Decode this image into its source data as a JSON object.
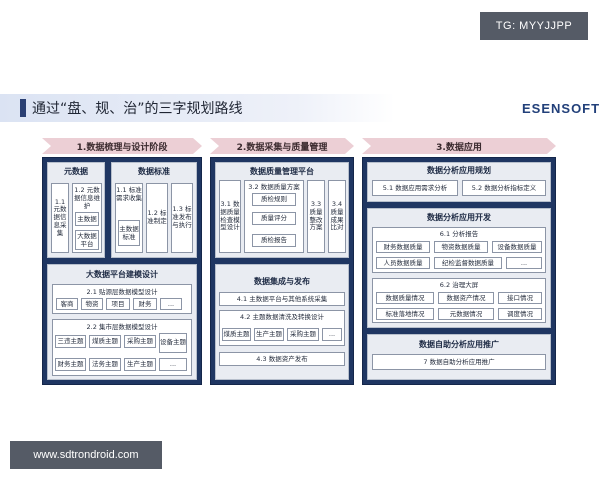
{
  "watermark_top": "TG: MYYJJPP",
  "watermark_bottom": "www.sdtrondroid.com",
  "title": "通过“盘、规、治”的三字规划路线",
  "logo": "ESENSOFT",
  "stages": [
    "1.数据梳理与设计阶段",
    "2.数据采集与质量管理",
    "3.数据应用"
  ],
  "col1": {
    "metadata": {
      "title": "元数据",
      "items": [
        "1.1 元数据信息采集",
        "1.2 元数据信息维护"
      ],
      "sub_items": [
        "主数据",
        "大数据平台"
      ]
    },
    "standard": {
      "title": "数据标准",
      "items": [
        "1.1 标准需求收集",
        "1.2 标准制定",
        "1.3 标准发布与执行"
      ],
      "sub_items": [
        "主数据标准"
      ]
    },
    "modeling": {
      "title": "大数据平台建模设计",
      "layer1": {
        "title": "2.1 贴源层数据模型设计",
        "items": [
          "客商",
          "物资",
          "项目",
          "财务",
          "..."
        ]
      },
      "layer2": {
        "title": "2.2 集市层数据模型设计",
        "items": [
          "三违主题",
          "煤质主题",
          "采购主题",
          "设备主题",
          "财务主题",
          "法务主题",
          "生产主题",
          "..."
        ]
      }
    }
  },
  "col2": {
    "quality": {
      "title": "数据质量管理平台",
      "items": [
        "3.1 数据质量检查模型设计",
        "3.3 质量整改方案",
        "3.4 质量成果比对"
      ],
      "plan": {
        "title": "3.2 数据质量方案",
        "items": [
          "质检规则",
          "质量评分",
          "质检报告"
        ]
      }
    },
    "integration": {
      "title": "数据集成与发布",
      "step1": "4.1 主数据平台与其他系统采集",
      "step2": {
        "title": "4.2 主题数据清洗及转换设计",
        "items": [
          "煤质主题",
          "生产主题",
          "采购主题",
          "..."
        ]
      },
      "step3": "4.3 数据资产发布"
    }
  },
  "col3": {
    "planning": {
      "title": "数据分析应用规划",
      "items": [
        "5.1 数据应用需求分析",
        "5.2 数据分析指标定义"
      ]
    },
    "development": {
      "title": "数据分析应用开发",
      "report": {
        "title": "6.1 分析报告",
        "items": [
          "财务数据质量",
          "物资数据质量",
          "设备数据质量",
          "人员数据质量",
          "纪检监督数据质量",
          "..."
        ]
      },
      "screen": {
        "title": "6.2 治理大屏",
        "items": [
          "数据质量情况",
          "数据资产情况",
          "接口情况",
          "标准落地情况",
          "元数据情况",
          "调度情况"
        ]
      }
    },
    "promotion": {
      "title": "数据自助分析应用推广",
      "items": [
        "7 数据自助分析应用推广"
      ]
    }
  }
}
